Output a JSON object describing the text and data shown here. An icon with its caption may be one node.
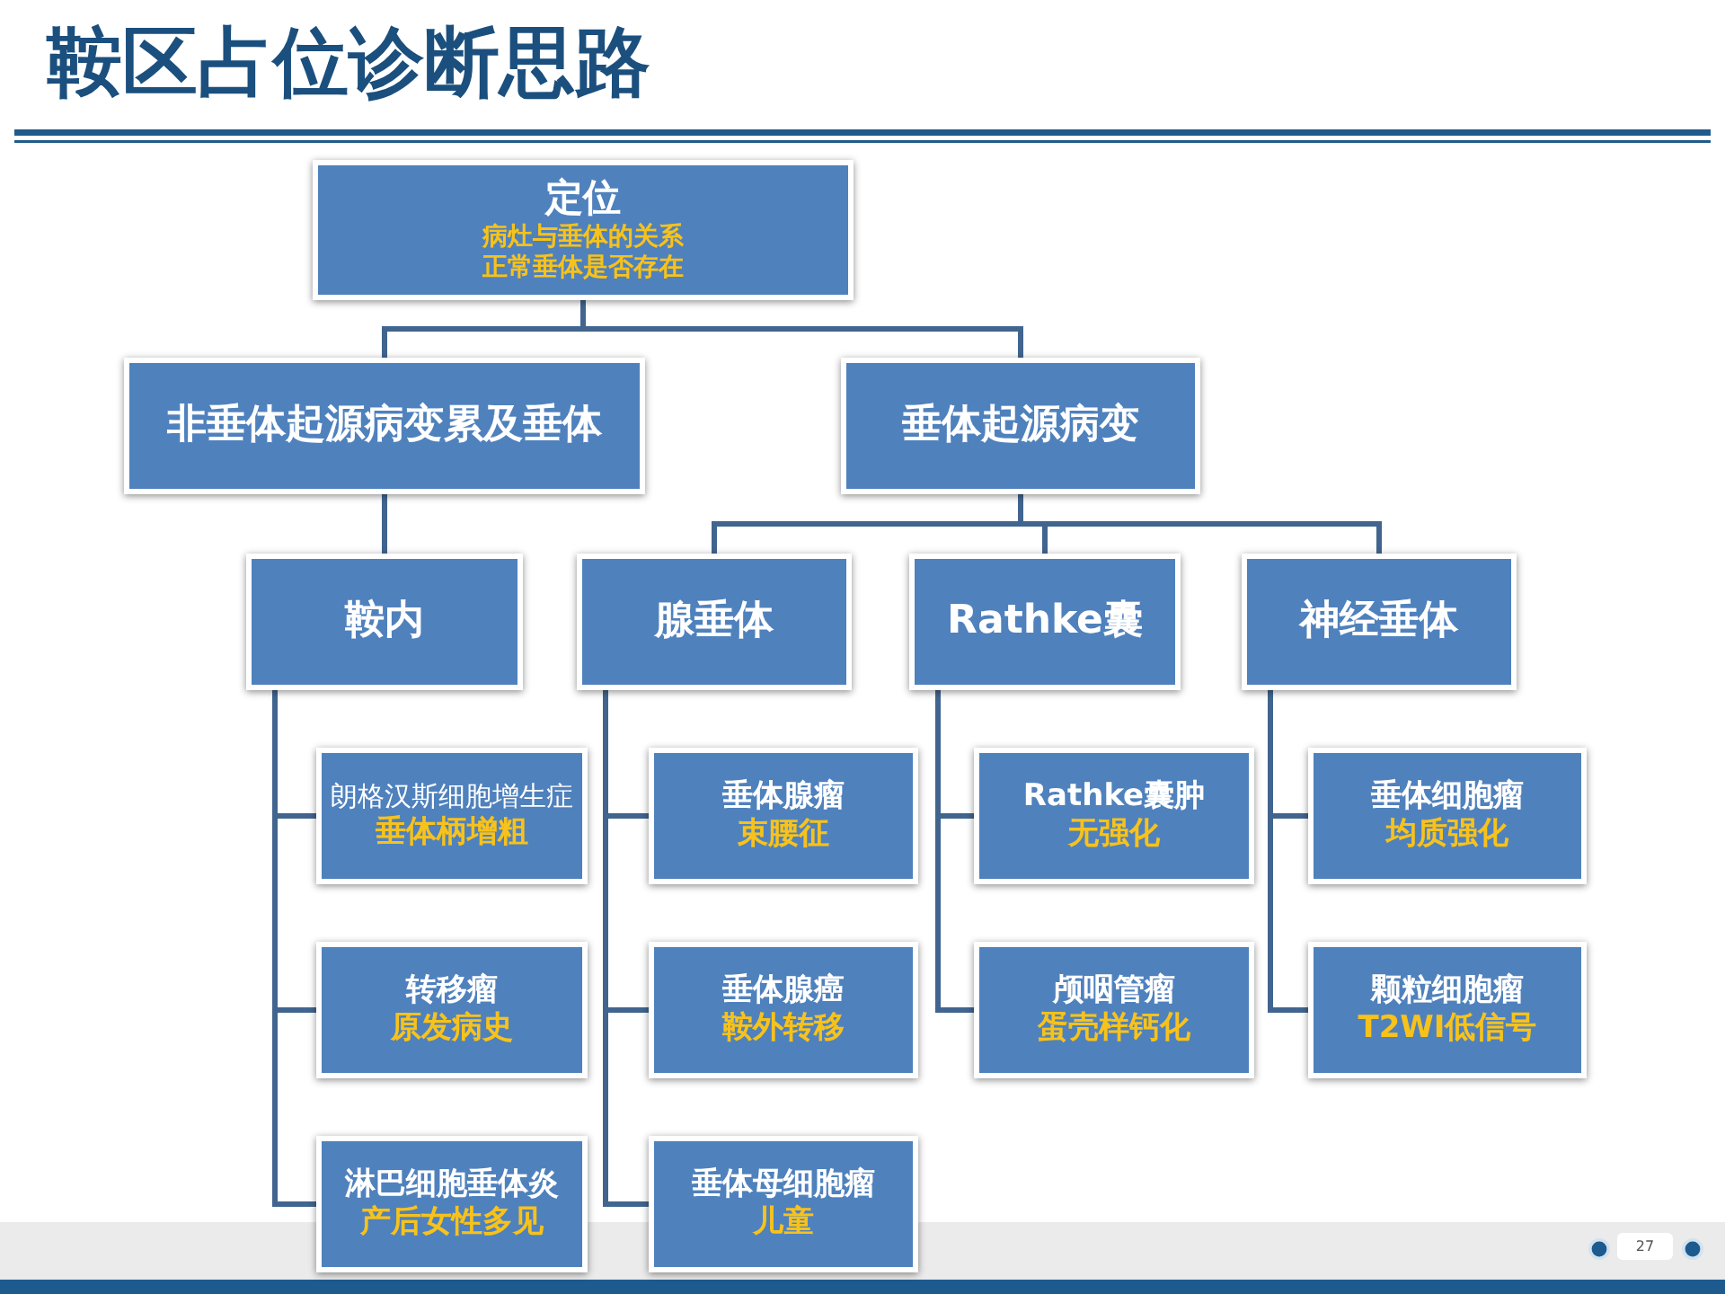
{
  "diagram": {
    "title": "鞍区占位诊断思路",
    "nodes": [
      {
        "text": [
          "定位",
          "病灶与垂体的关系",
          "正常垂体是否存在"
        ]
      },
      {
        "text": [
          "非垂体起源病变累及垂体"
        ]
      },
      {
        "text": [
          "垂体起源病变"
        ]
      },
      {
        "text": [
          "鞍内"
        ]
      },
      {
        "text": [
          "腺垂体"
        ]
      },
      {
        "text": [
          "Rathke囊"
        ]
      },
      {
        "text": [
          "神经垂体"
        ]
      },
      {
        "text": [
          "朗格汉斯细胞增生症",
          "垂体柄增粗"
        ]
      },
      {
        "text": [
          "垂体腺瘤",
          "束腰征"
        ]
      },
      {
        "text": [
          "Rathke囊肿",
          "无强化"
        ]
      },
      {
        "text": [
          "垂体细胞瘤",
          "均质强化"
        ]
      },
      {
        "text": [
          "转移瘤",
          "原发病史"
        ]
      },
      {
        "text": [
          "垂体腺癌",
          "鞍外转移"
        ]
      },
      {
        "text": [
          "颅咽管瘤",
          "蛋壳样钙化"
        ]
      },
      {
        "text": [
          "颗粒细胞瘤",
          "T2WI低信号"
        ]
      },
      {
        "text": [
          "淋巴细胞垂体炎",
          "产后女性多见"
        ]
      },
      {
        "text": [
          "垂体母细胞瘤",
          "儿童"
        ]
      }
    ],
    "edges": [
      {
        "from": 0,
        "to": 1,
        "arrow": "none"
      },
      {
        "from": 0,
        "to": 2,
        "arrow": "none"
      },
      {
        "from": 1,
        "to": 3,
        "arrow": "none"
      },
      {
        "from": 2,
        "to": 4,
        "arrow": "none"
      },
      {
        "from": 2,
        "to": 5,
        "arrow": "none"
      },
      {
        "from": 2,
        "to": 6,
        "arrow": "none"
      },
      {
        "from": 3,
        "to": 7,
        "arrow": "none"
      },
      {
        "from": 3,
        "to": 11,
        "arrow": "none"
      },
      {
        "from": 3,
        "to": 15,
        "arrow": "none"
      },
      {
        "from": 4,
        "to": 8,
        "arrow": "none"
      },
      {
        "from": 4,
        "to": 12,
        "arrow": "none"
      },
      {
        "from": 4,
        "to": 16,
        "arrow": "none"
      },
      {
        "from": 5,
        "to": 9,
        "arrow": "none"
      },
      {
        "from": 5,
        "to": 13,
        "arrow": "none"
      },
      {
        "from": 6,
        "to": 10,
        "arrow": "none"
      },
      {
        "from": 6,
        "to": 14,
        "arrow": "none"
      }
    ],
    "labels": [
      "27"
    ]
  }
}
